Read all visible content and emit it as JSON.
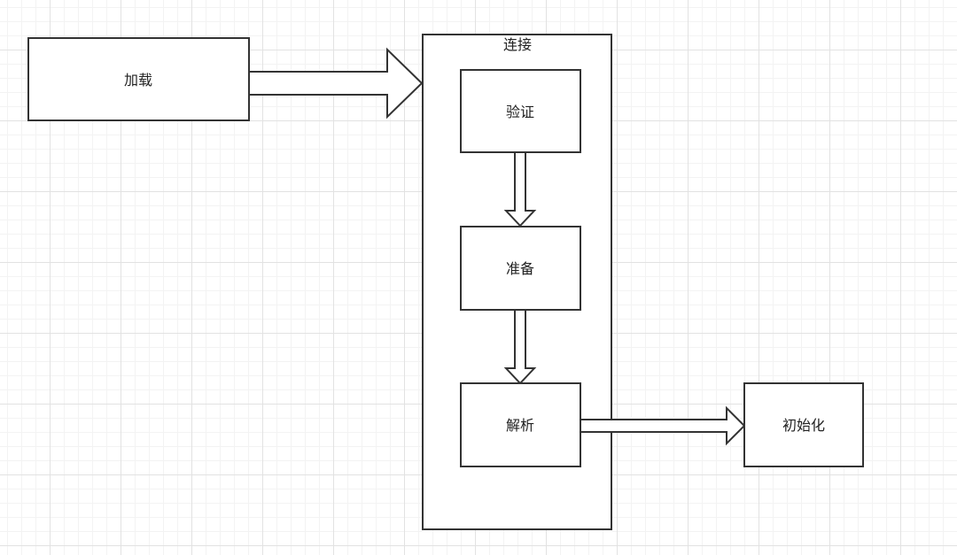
{
  "nodes": {
    "load": "加载",
    "linking": "连接",
    "verify": "验证",
    "prepare": "准备",
    "resolve": "解析",
    "initialize": "初始化"
  },
  "colors": {
    "stroke": "#333333",
    "fill": "#ffffff",
    "grid_major": "#e2e2e2",
    "grid_minor": "#f3f3f3"
  }
}
